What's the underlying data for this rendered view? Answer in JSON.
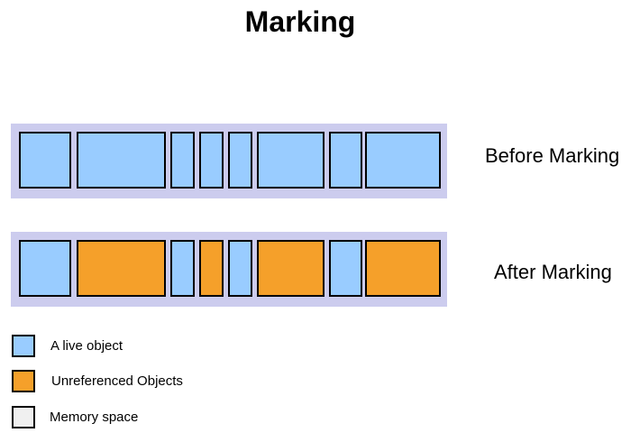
{
  "title": "Marking",
  "colors": {
    "live": "#99ccff",
    "unreferenced": "#f5a02a",
    "memory": "#ccccee",
    "memory_legend": "#f0f0f0",
    "border": "#000000"
  },
  "rows": {
    "before": {
      "label": "Before Marking",
      "objects": [
        "live",
        "live",
        "live",
        "live",
        "live",
        "live",
        "live",
        "live"
      ]
    },
    "after": {
      "label": "After Marking",
      "objects": [
        "live",
        "unreferenced",
        "live",
        "unreferenced",
        "live",
        "unreferenced",
        "live",
        "unreferenced"
      ]
    }
  },
  "legend": {
    "live": "A live  object",
    "unreferenced": "Unreferenced Objects",
    "memory": "Memory space"
  }
}
